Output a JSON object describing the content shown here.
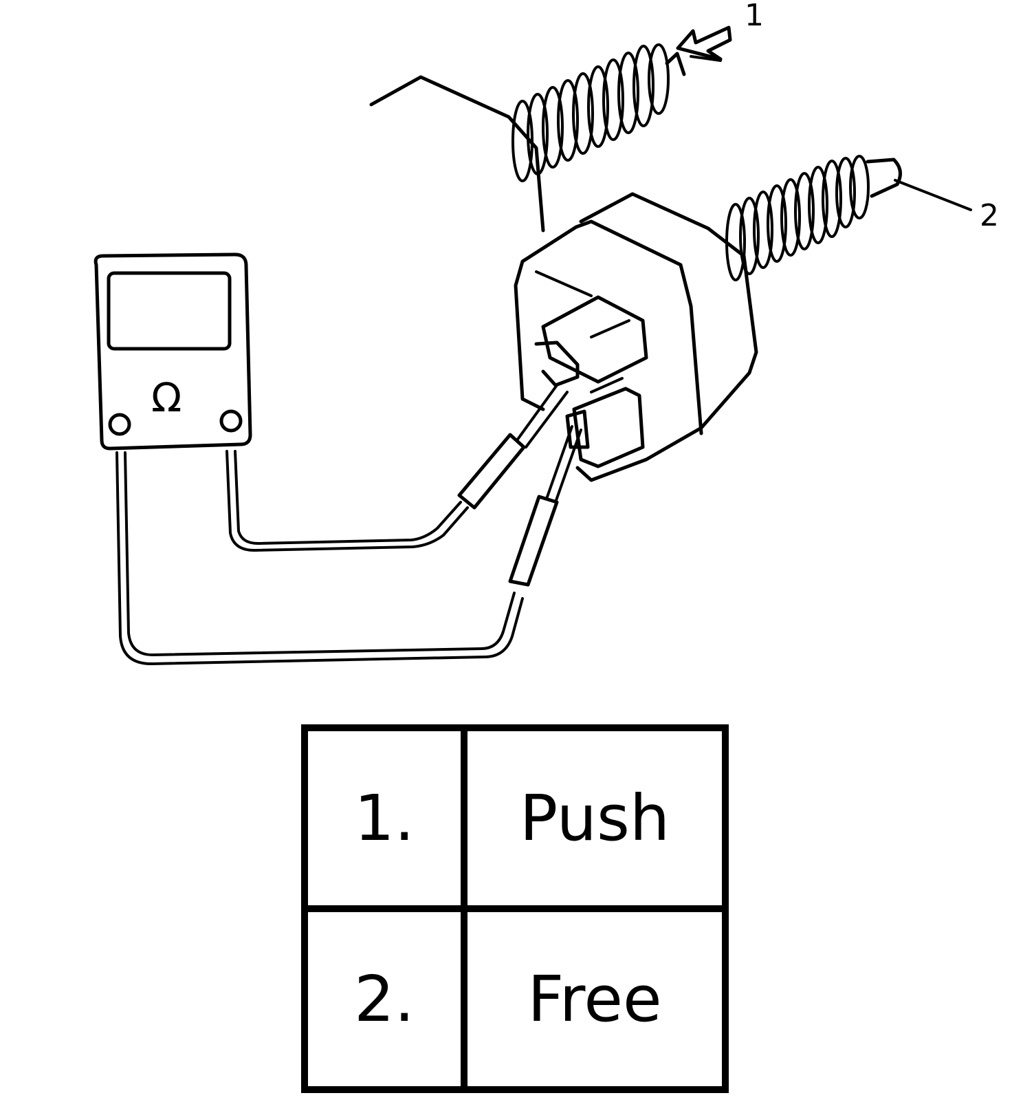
{
  "diagram": {
    "callouts": [
      {
        "id": "1",
        "label": "1"
      },
      {
        "id": "2",
        "label": "2"
      }
    ],
    "meter_symbol": "Ω",
    "icons": [
      "ohmmeter-icon",
      "switch-icon",
      "spring-icon",
      "arrow-icon"
    ]
  },
  "legend": {
    "rows": [
      {
        "number": "1.",
        "text": "Push"
      },
      {
        "number": "2.",
        "text": "Free"
      }
    ]
  }
}
